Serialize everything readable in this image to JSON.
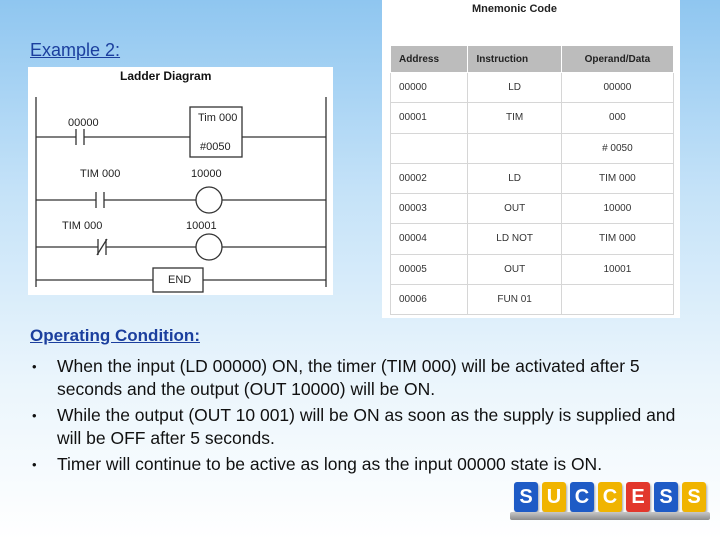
{
  "slide": {
    "title": "Example 2:"
  },
  "ladder": {
    "title": "Ladder Diagram",
    "contact_1": "00000",
    "timer_name": "Tim 000",
    "timer_preset": "#0050",
    "contact_2": "TIM 000",
    "coil_1": "10000",
    "contact_3": "TIM 000",
    "coil_2": "10001",
    "end_block": "END"
  },
  "mnemonic": {
    "title": "Mnemonic Code",
    "columns": [
      "Address",
      "Instruction",
      "Operand/Data"
    ],
    "rows": [
      [
        "00000",
        "LD",
        "00000"
      ],
      [
        "00001",
        "TIM",
        "000"
      ],
      [
        "",
        "",
        "# 0050"
      ],
      [
        "00002",
        "LD",
        "TIM 000"
      ],
      [
        "00003",
        "OUT",
        "10000"
      ],
      [
        "00004",
        "LD NOT",
        "TIM 000"
      ],
      [
        "00005",
        "OUT",
        "10001"
      ],
      [
        "00006",
        "FUN 01",
        ""
      ]
    ]
  },
  "condition": {
    "heading": "Operating Condition:",
    "bullet_symbol": "•",
    "bullets": [
      "When the input (LD 00000) ON, the timer (TIM 000) will be activated after 5 seconds and the output (OUT 10000) will be ON.",
      "While the output (OUT 10 001) will be ON as soon as the supply is supplied and will be OFF after 5 seconds.",
      "Timer will continue to be active as long as the input 00000 state is ON."
    ]
  },
  "success": {
    "letters": [
      "S",
      "U",
      "C",
      "C",
      "E",
      "S",
      "S"
    ],
    "colors": [
      "#1e5bc6",
      "#f0b400",
      "#1e5bc6",
      "#f0b400",
      "#e2372c",
      "#1e5bc6",
      "#f0b400"
    ]
  }
}
